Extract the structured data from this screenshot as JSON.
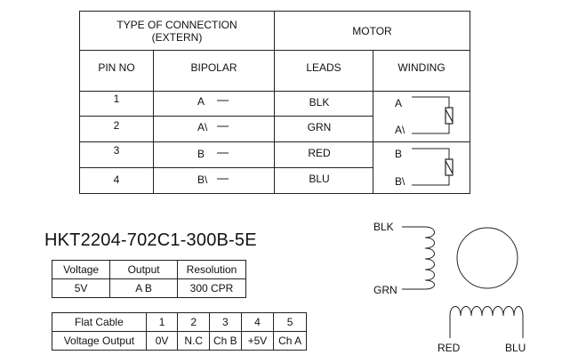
{
  "connection_table": {
    "header_connection": "TYPE OF CONNECTION\n(EXTERN)",
    "header_motor": "MOTOR",
    "col_pin": "PIN NO",
    "col_bipolar": "BIPOLAR",
    "col_leads": "LEADS",
    "col_winding": "WINDING",
    "rows": [
      {
        "pin": "1",
        "bipolar": "A",
        "lead": "BLK",
        "winding": "A"
      },
      {
        "pin": "2",
        "bipolar": "A\\",
        "lead": "GRN",
        "winding": "A\\"
      },
      {
        "pin": "3",
        "bipolar": "B",
        "lead": "RED",
        "winding": "B"
      },
      {
        "pin": "4",
        "bipolar": "B\\",
        "lead": "BLU",
        "winding": "B\\"
      }
    ]
  },
  "model_number": "HKT2204-702C1-300B-5E",
  "spec_table": {
    "headers": [
      "Voltage",
      "Output",
      "Resolution"
    ],
    "values": [
      "5V",
      "A B",
      "300 CPR"
    ]
  },
  "cable_table": {
    "headers": [
      "Flat Cable",
      "1",
      "2",
      "3",
      "4",
      "5"
    ],
    "values": [
      "Voltage Output",
      "0V",
      "N.C",
      "Ch B",
      "+5V",
      "Ch A"
    ]
  },
  "motor_diagram": {
    "label_blk": "BLK",
    "label_grn": "GRN",
    "label_red": "RED",
    "label_blu": "BLU"
  }
}
